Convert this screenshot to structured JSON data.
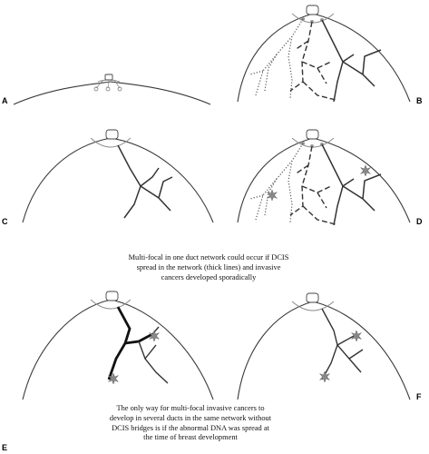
{
  "panels": [
    "A",
    "B",
    "C",
    "D",
    "E",
    "F"
  ],
  "captions": {
    "multi_focal": [
      "Multi-focal in one duct network could occur if DCIS",
      "spread in the network (thick lines) and invasive",
      "cancers developed sporadically"
    ],
    "only_way": [
      "The only way for multi-focal invasive cancers to",
      "develop in several ducts in the same network without",
      "DCIS bridges is if the abnormal DNA was spread at",
      "the time of breast development"
    ]
  },
  "colors": {
    "outline": "#3a3a3a",
    "areola": "#888888",
    "duct": "#2a2a2a",
    "tumor": "#888888"
  }
}
